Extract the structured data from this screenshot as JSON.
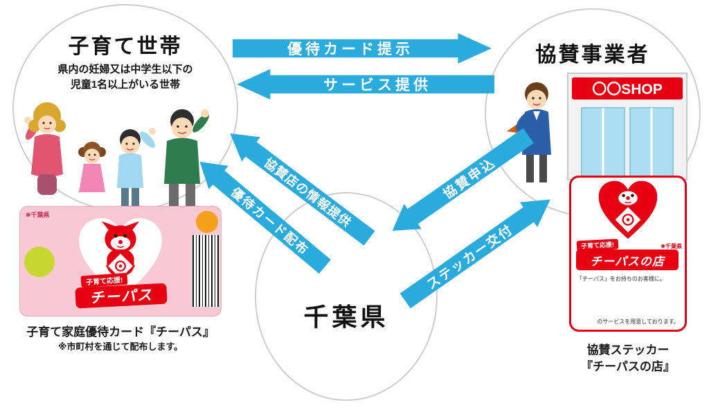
{
  "diagram": {
    "households": {
      "title": "子育て世帯",
      "subtitle_line1": "県内の妊婦又は中学生以下の",
      "subtitle_line2": "児童1名以上がいる世帯"
    },
    "sponsors": {
      "title": "協賛事業者",
      "shop_sign": "〇〇SHOP"
    },
    "prefecture": {
      "title": "千葉県"
    },
    "arrows": {
      "present_card": "優待カード提示",
      "provide_service": "サービス提供",
      "shop_info": "協賛店の情報提供",
      "card_distribution": "優待カード配布",
      "sponsor_apply": "協賛申込",
      "sticker_grant": "ステッカー交付"
    }
  },
  "card": {
    "issuer": "千葉県",
    "tagline": "子育て応援!",
    "brand": "チーパス",
    "caption_title": "子育て家庭優待カード『チーパス』",
    "caption_note": "※市町村を通じて配布します。"
  },
  "sticker": {
    "issuer": "千葉県",
    "tagline": "子育て応援!",
    "brand": "チーパスの店",
    "note_top": "「チーパス」をお持ちのお客様に。",
    "note_bottom": "のサービスを用意しております。",
    "caption_line1": "協賛ステッカー",
    "caption_line2": "『チーパスの店』"
  },
  "colors": {
    "arrow_blue": "#2aabde",
    "accent_red": "#e60012",
    "card_pink": "#f8c9d4"
  }
}
